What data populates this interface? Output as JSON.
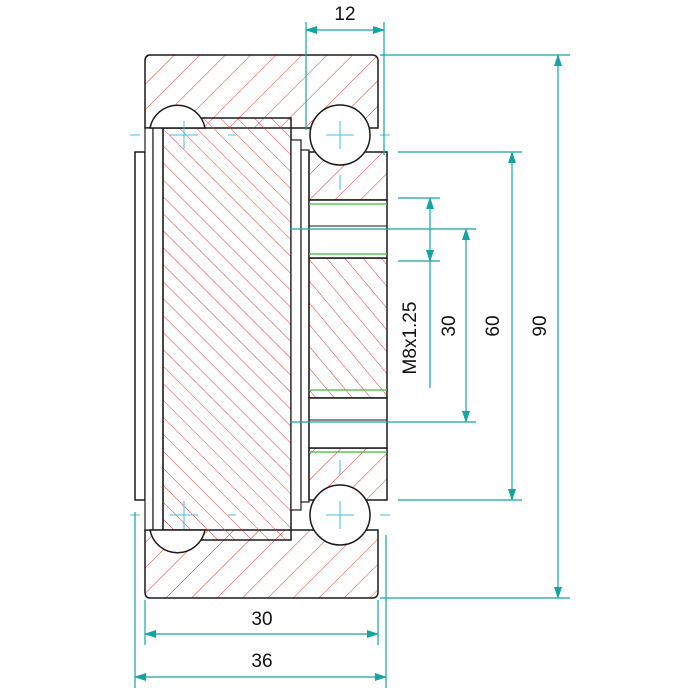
{
  "colors": {
    "outline": "#1a1a1a",
    "hatch": "#e23b3b",
    "dimension": "#14a5a0",
    "centerline": "#4bb8dc",
    "thread_line": "#3dbb3d",
    "background": "#ffffff"
  },
  "dimensions": {
    "top_width": "12",
    "inner_width": "30",
    "overall_width": "36",
    "overall_height": "90",
    "plate_height": "60",
    "hole_spacing": "30",
    "thread_spec": "M8x1.25"
  }
}
